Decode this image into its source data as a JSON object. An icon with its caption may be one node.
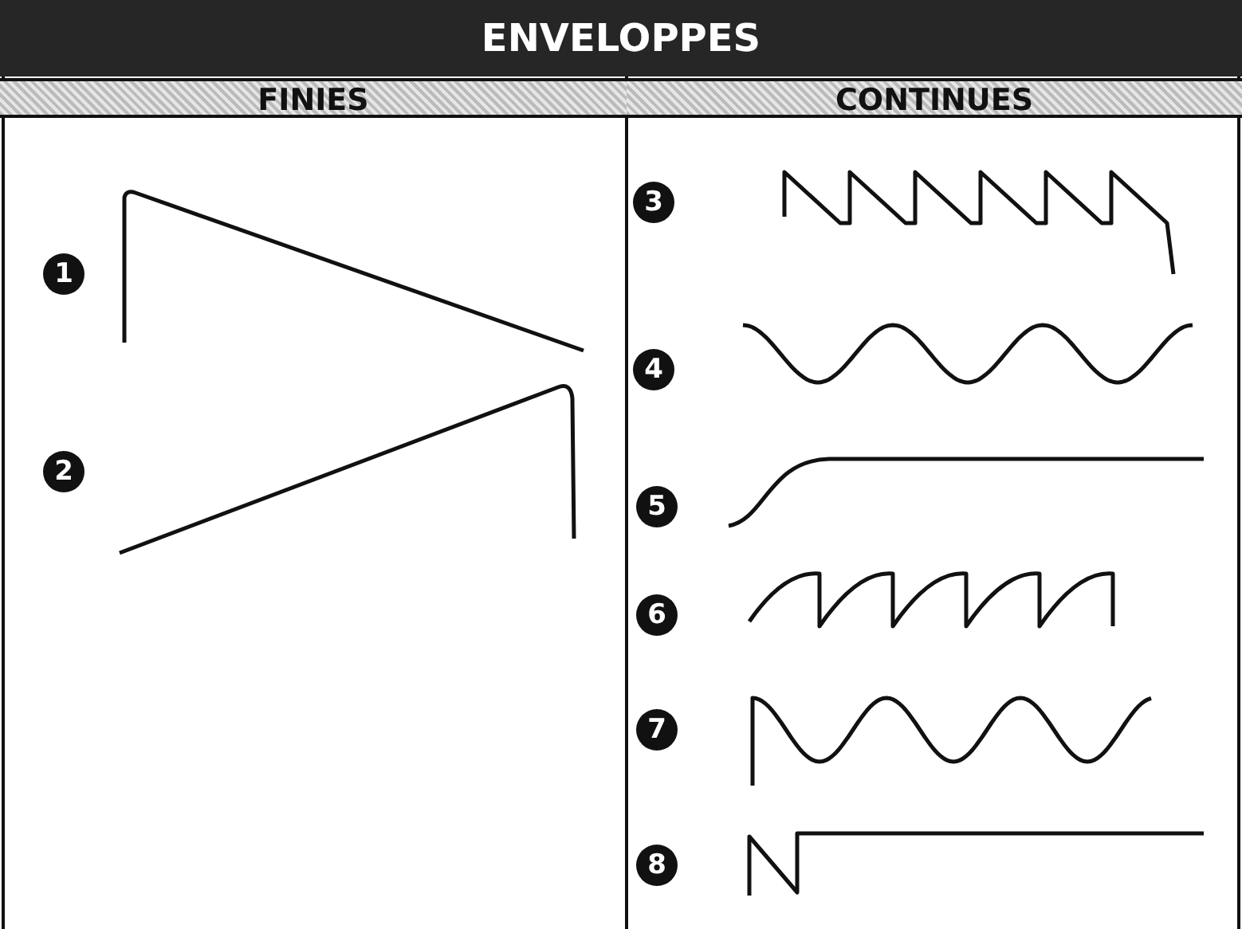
{
  "diagram": {
    "title": "ENVELOPPES",
    "labels": [
      "FINIES",
      "CONTINUES",
      "1",
      "2",
      "3",
      "4",
      "5",
      "6",
      "7",
      "8"
    ]
  }
}
